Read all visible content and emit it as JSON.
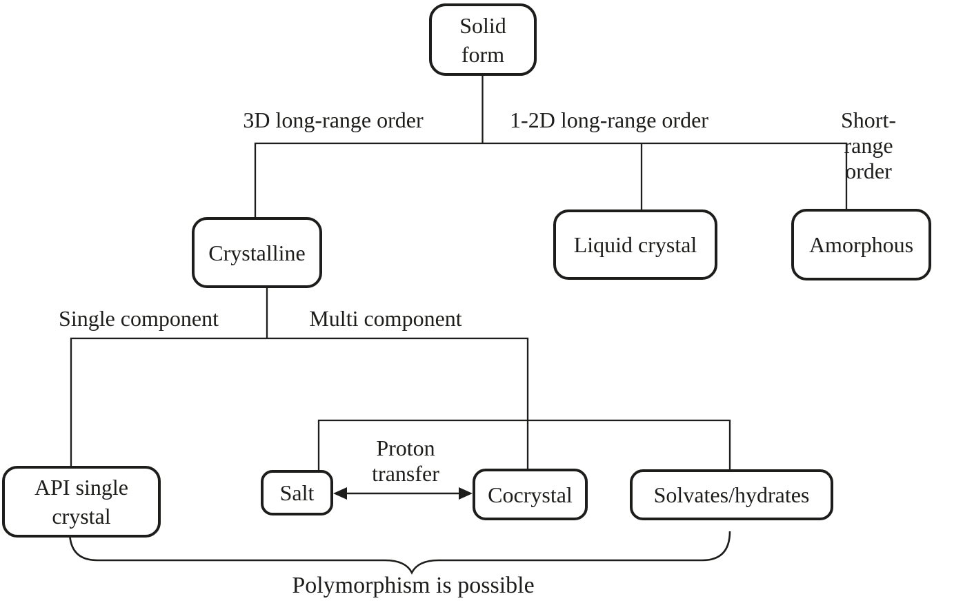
{
  "diagram": {
    "description": "Solid form classification flowchart",
    "nodes": {
      "solid_form": "Solid\nform",
      "crystalline": "Crystalline",
      "liquid_crystal": "Liquid crystal",
      "amorphous": "Amorphous",
      "api_single_crystal": "API single\ncrystal",
      "salt": "Salt",
      "cocrystal": "Cocrystal",
      "solvates_hydrates": "Solvates/hydrates"
    },
    "edge_labels": {
      "order_3d": "3D long-range order",
      "order_12d": "1-2D long-range order",
      "order_short": "Short-range order",
      "single_component": "Single component",
      "multi_component": "Multi component",
      "proton_transfer": "Proton\ntransfer"
    },
    "annotations": {
      "polymorphism": "Polymorphism is possible"
    },
    "colors": {
      "line": "#1d1d1b",
      "text": "#1d1d1b",
      "background": "#ffffff"
    }
  }
}
